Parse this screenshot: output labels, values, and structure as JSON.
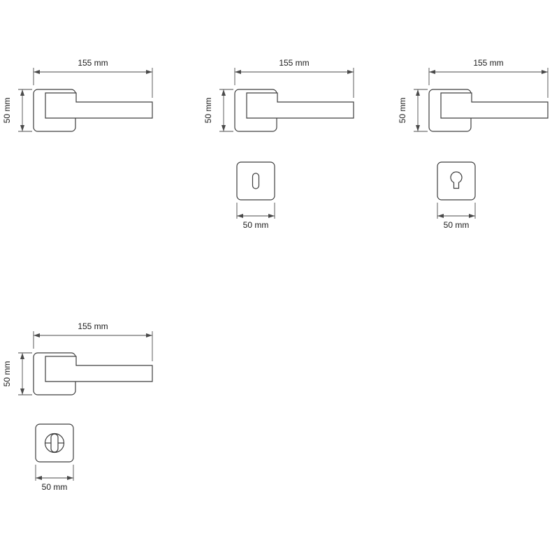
{
  "handles": [
    {
      "width": "155 mm",
      "height": "50 mm"
    },
    {
      "width": "155 mm",
      "height": "50 mm"
    },
    {
      "width": "155 mm",
      "height": "50 mm"
    },
    {
      "width": "155 mm",
      "height": "50 mm"
    }
  ],
  "escutcheons": [
    {
      "type": "keyhole",
      "size": "50 mm"
    },
    {
      "type": "euro-cylinder",
      "size": "50 mm"
    },
    {
      "type": "wc-turn",
      "size": "50 mm"
    }
  ],
  "colors": {
    "line": "#3d3d3d",
    "dimension": "#4a4a4a",
    "background": "#ffffff",
    "text": "#1b1b1b"
  }
}
